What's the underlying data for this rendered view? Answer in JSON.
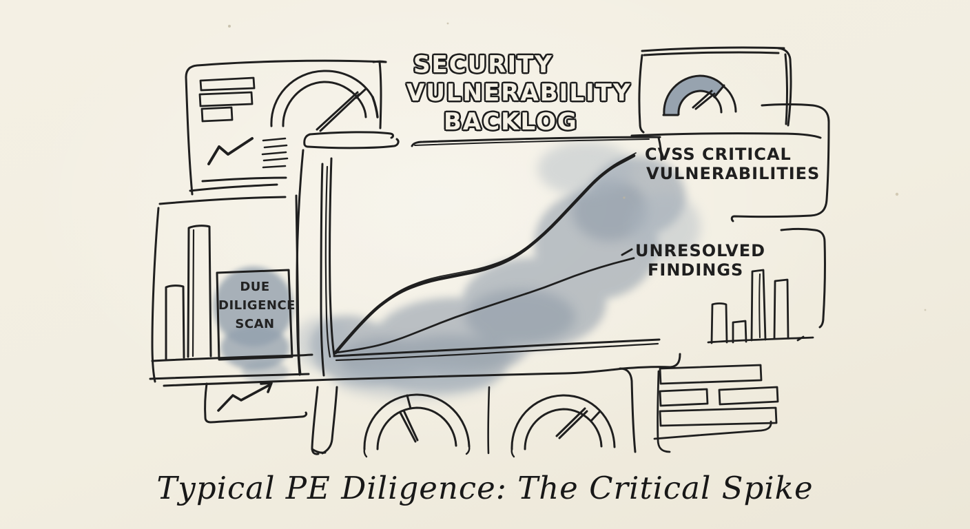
{
  "illustration": {
    "paper_color": "#f2eee1",
    "ink_color": "#1f1f1f",
    "watercolor_color": "#8b98a7",
    "style": "hand-drawn marker sketch with blue-gray watercolor wash"
  },
  "title": {
    "line1": "SECURITY",
    "line2": "VULNERABILITY",
    "line3": "BACKLOG"
  },
  "caption": "Typical PE Diligence: The Critical Spike",
  "series_labels": {
    "cvss_line1": "CVSS CRITICAL",
    "cvss_line2": "VULNERABILITIES",
    "unresolved_line1": "UNRESOLVED",
    "unresolved_line2": "FINDINGS"
  },
  "scan_box": {
    "line1": "DUE",
    "line2": "DILIGENCE",
    "line3": "SCAN"
  },
  "icons": {
    "gauge-top-left-icon": "semicircular dial with needle",
    "gauge-top-right-icon": "semicircular dial with gray-filled band and needle",
    "gauge-bottom-left-icon": "semicircular dial with needle",
    "gauge-bottom-right-icon": "semicircular dial with needle",
    "list-rows-icon": "three stacked horizontal bars",
    "sparkline-icon": "zigzag trend line with speed lines",
    "trend-arrow-icon": "rising zigzag arrow",
    "bar-chart-left-icon": "vertical bar chart",
    "bar-chart-right-icon": "vertical bar chart",
    "report-rows-icon": "stacked horizontal report rows"
  },
  "chart_data": {
    "type": "line",
    "title": "Security Vulnerability Backlog",
    "caption": "Typical PE Diligence: The Critical Spike",
    "xlabel": "",
    "ylabel": "",
    "axes_note": "hand-drawn axes with no tick labels; values are relative estimates 0-100",
    "grid": false,
    "legend_position": "inline-right of curves",
    "x": [
      0,
      1,
      2,
      3,
      4,
      5,
      6,
      7,
      8,
      9,
      10
    ],
    "series": [
      {
        "name": "CVSS Critical Vulnerabilities",
        "style": "thick rising S-curve",
        "values": [
          0,
          18,
          30,
          36,
          39,
          42,
          48,
          60,
          76,
          92,
          100
        ]
      },
      {
        "name": "Unresolved Findings",
        "style": "thin gradual rise",
        "values": [
          0,
          2,
          6,
          12,
          18,
          23,
          28,
          33,
          39,
          44,
          48
        ]
      }
    ],
    "annotations": [
      {
        "text": "Due Diligence Scan",
        "type": "highlighted box in left bar-chart panel"
      }
    ]
  }
}
